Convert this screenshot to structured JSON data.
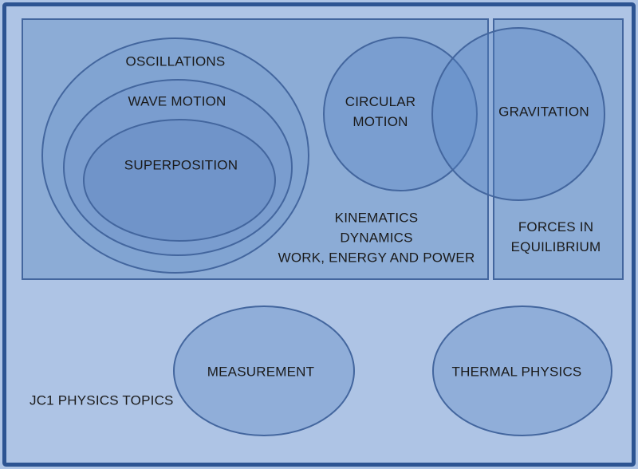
{
  "diagram": {
    "title": "JC1 PHYSICS TOPICS",
    "labels": {
      "oscillations": "OSCILLATIONS",
      "wave_motion": "WAVE MOTION",
      "superposition": "SUPERPOSITION",
      "circular_motion": {
        "line1": "CIRCULAR",
        "line2": "MOTION"
      },
      "gravitation": "GRAVITATION",
      "mechanics": {
        "line1": "KINEMATICS",
        "line2": "DYNAMICS",
        "line3": "WORK, ENERGY AND POWER"
      },
      "forces": {
        "line1": "FORCES IN",
        "line2": "EQUILIBRIUM"
      },
      "measurement": "MEASUREMENT",
      "thermal": "THERMAL PHYSICS"
    },
    "palette": {
      "background": "#aec4e5",
      "frame_border": "#2d5492",
      "shape_border": "#43669e",
      "rectangle_fill": "#8cacd6",
      "ellipse_outer_fill": "#81a4d2",
      "ellipse_middle_fill": "#7a9dcf",
      "ellipse_inner_fill": "#7094c9",
      "small_ellipse_fill": "#90aed9",
      "text_color": "#1a1a1a"
    }
  }
}
